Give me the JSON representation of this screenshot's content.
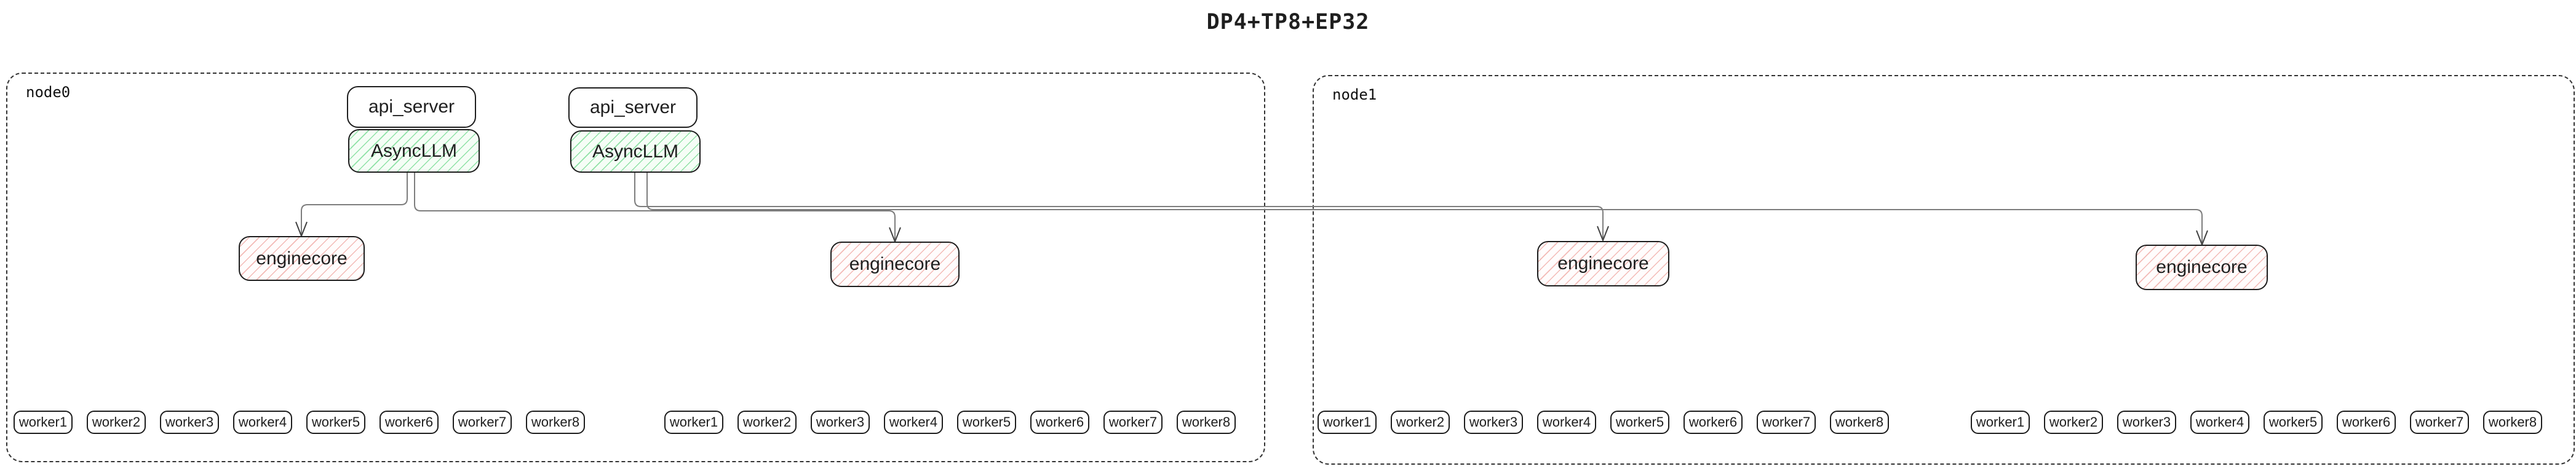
{
  "title": "DP4+TP8+EP32",
  "colors": {
    "background": "#ffffff",
    "box_border": "#1d1d1d",
    "container_dash_border": "#333333",
    "asyncllm_hatch": "#8fe2a6",
    "asyncllm_fill": "#f5fdf6",
    "enginecore_hatch": "#f3bab6",
    "enginecore_fill": "#fffcfc",
    "edge_line": "#7d7d7d",
    "arrowhead": "#404040",
    "text": "#1f1f1f"
  },
  "nodes": [
    {
      "label": "node0",
      "stacks": [
        {
          "api_server": "api_server",
          "asyncllm": "AsyncLLM"
        },
        {
          "api_server": "api_server",
          "asyncllm": "AsyncLLM"
        }
      ],
      "enginecores": [
        "enginecore",
        "enginecore"
      ],
      "worker_groups": [
        [
          "worker1",
          "worker2",
          "worker3",
          "worker4",
          "worker5",
          "worker6",
          "worker7",
          "worker8"
        ],
        [
          "worker1",
          "worker2",
          "worker3",
          "worker4",
          "worker5",
          "worker6",
          "worker7",
          "worker8"
        ]
      ]
    },
    {
      "label": "node1",
      "enginecores": [
        "enginecore",
        "enginecore"
      ],
      "worker_groups": [
        [
          "worker1",
          "worker2",
          "worker3",
          "worker4",
          "worker5",
          "worker6",
          "worker7",
          "worker8"
        ],
        [
          "worker1",
          "worker2",
          "worker3",
          "worker4",
          "worker5",
          "worker6",
          "worker7",
          "worker8"
        ]
      ]
    }
  ]
}
